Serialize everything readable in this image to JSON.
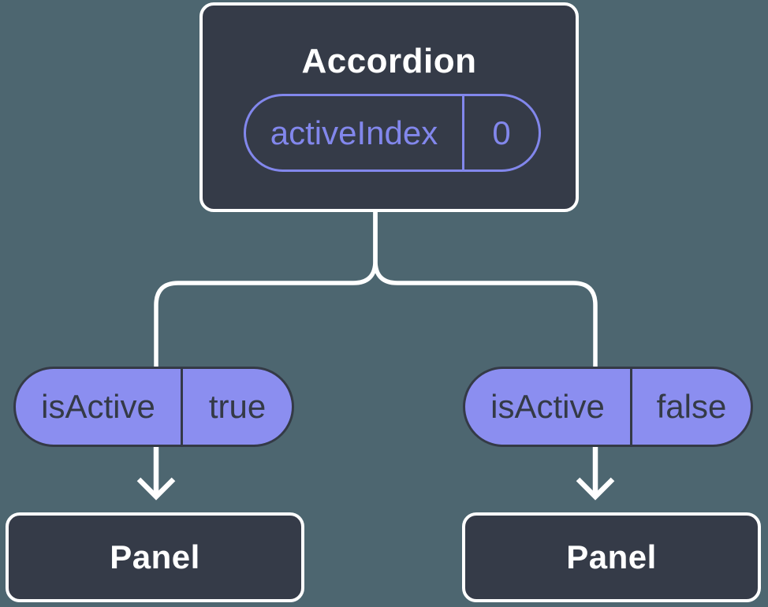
{
  "colors": {
    "background": "#4D6670",
    "node_fill": "#353B48",
    "node_border": "#FFFFFF",
    "text_light": "#FFFFFF",
    "connector": "#FFFFFF",
    "accent": "#8287EC",
    "pill_fill": "#8B8EF0",
    "pill_border": "#343A46",
    "pill_text": "#343A46"
  },
  "diagram": {
    "root": {
      "title": "Accordion",
      "state": {
        "name": "activeIndex",
        "value": "0"
      }
    },
    "branches": [
      {
        "state": {
          "name": "isActive",
          "value": "true"
        },
        "child": {
          "title": "Panel"
        }
      },
      {
        "state": {
          "name": "isActive",
          "value": "false"
        },
        "child": {
          "title": "Panel"
        }
      }
    ]
  }
}
